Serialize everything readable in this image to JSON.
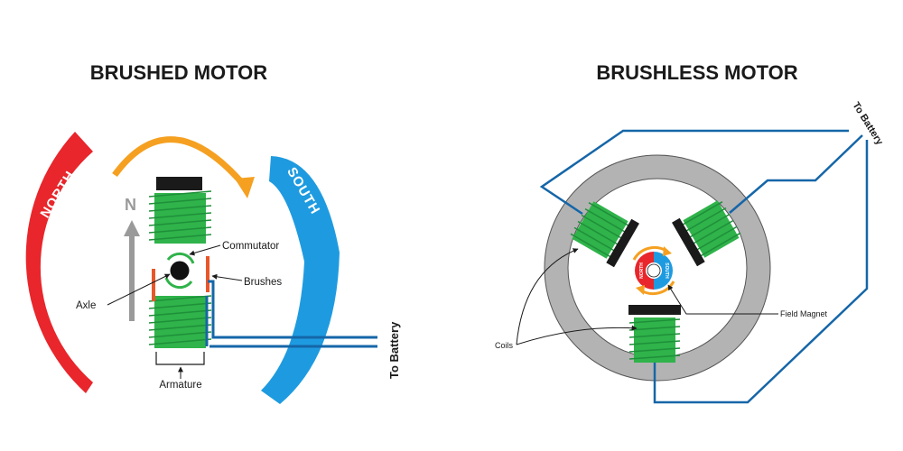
{
  "brushed": {
    "title": "BRUSHED MOTOR",
    "north_label": "NORTH",
    "south_label": "SOUTH",
    "n_indicator": "N",
    "commutator_label": "Commutator",
    "brushes_label": "Brushes",
    "axle_label": "Axle",
    "armature_label": "Armature",
    "battery_label": "To Battery"
  },
  "brushless": {
    "title": "BRUSHLESS MOTOR",
    "coils_label": "Coils",
    "field_magnet_label": "Field Magnet",
    "battery_label": "To Battery",
    "magnet_north": "NORTH",
    "magnet_south": "SOUTH"
  },
  "colors": {
    "north_red": "#e8262b",
    "south_blue": "#1e9be0",
    "coil_green": "#2fb34a",
    "wire_blue": "#1566a8",
    "rotation_orange": "#f5a021",
    "housing_gray": "#b3b3b3",
    "brush_orange": "#e8572a"
  }
}
